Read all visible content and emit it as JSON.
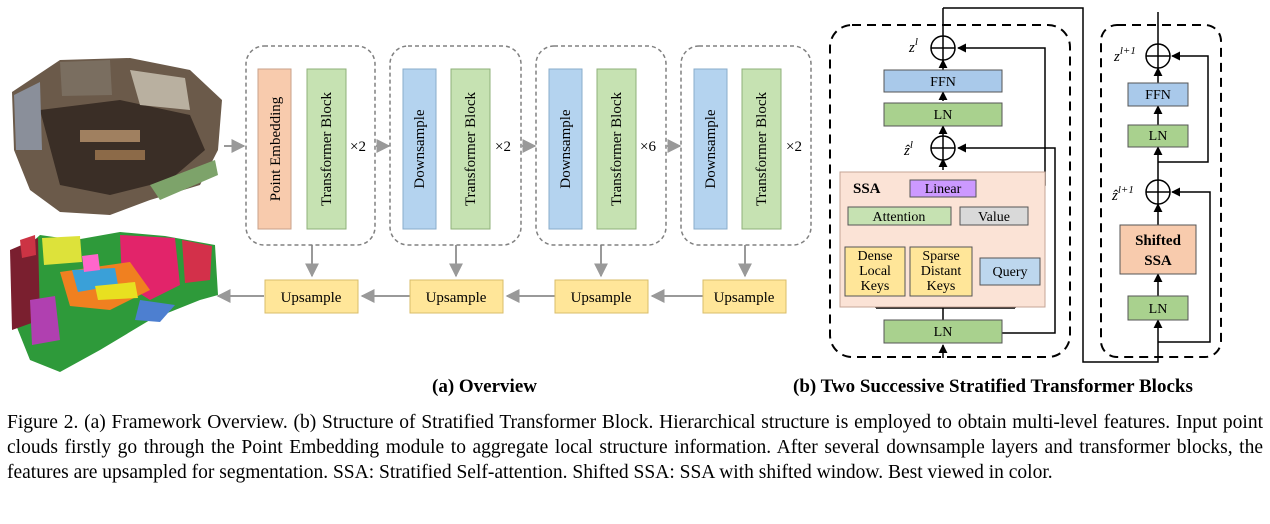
{
  "overview": {
    "title": "(a) Overview",
    "stages": [
      {
        "first": "Point Embedding",
        "second": "Transformer Block",
        "repeat": "×2"
      },
      {
        "first": "Downsample",
        "second": "Transformer Block",
        "repeat": "×2"
      },
      {
        "first": "Downsample",
        "second": "Transformer Block",
        "repeat": "×6"
      },
      {
        "first": "Downsample",
        "second": "Transformer Block",
        "repeat": "×2"
      }
    ],
    "upsample_label": "Upsample",
    "colors": {
      "point_embedding": "#f8cbad",
      "downsample": "#b4d3ef",
      "transformer": "#c6e2b2",
      "upsample": "#ffe699",
      "border": "#808080"
    }
  },
  "blocks": {
    "title": "(b) Two Successive Stratified Transformer Blocks",
    "block1": {
      "z_out": "z",
      "z_out_sup": "l",
      "z_mid": "ẑ",
      "z_mid_sup": "l",
      "ffn": "FFN",
      "ln_top": "LN",
      "ssa_title": "SSA",
      "linear": "Linear",
      "attention": "Attention",
      "value": "Value",
      "dense": [
        "Dense",
        "Local",
        "Keys"
      ],
      "sparse": [
        "Sparse",
        "Distant",
        "Keys"
      ],
      "query": "Query",
      "ln_bottom": "LN"
    },
    "block2": {
      "z_out": "z",
      "z_out_sup": "l+1",
      "z_mid": "ẑ",
      "z_mid_sup": "l+1",
      "ffn": "FFN",
      "ln_top": "LN",
      "shifted": [
        "Shifted",
        "SSA"
      ],
      "ln_bottom": "LN"
    },
    "colors": {
      "ffn": "#a9c9ea",
      "ln": "#a9d18e",
      "ssa_bg": "#fbe3d6",
      "linear": "#cc99ff",
      "value": "#d9d9d9",
      "keys": "#ffe699",
      "query": "#bdd7ee",
      "shifted": "#f8cbad"
    }
  },
  "caption": "Figure 2. (a) Framework Overview. (b) Structure of Stratified Transformer Block. Hierarchical structure is employed to obtain multi-level features. Input point clouds firstly go through the Point Embedding module to aggregate local structure information. After several downsample layers and transformer blocks, the features are upsampled for segmentation. SSA: Stratified Self-attention. Shifted SSA: SSA with shifted window. Best viewed in color."
}
